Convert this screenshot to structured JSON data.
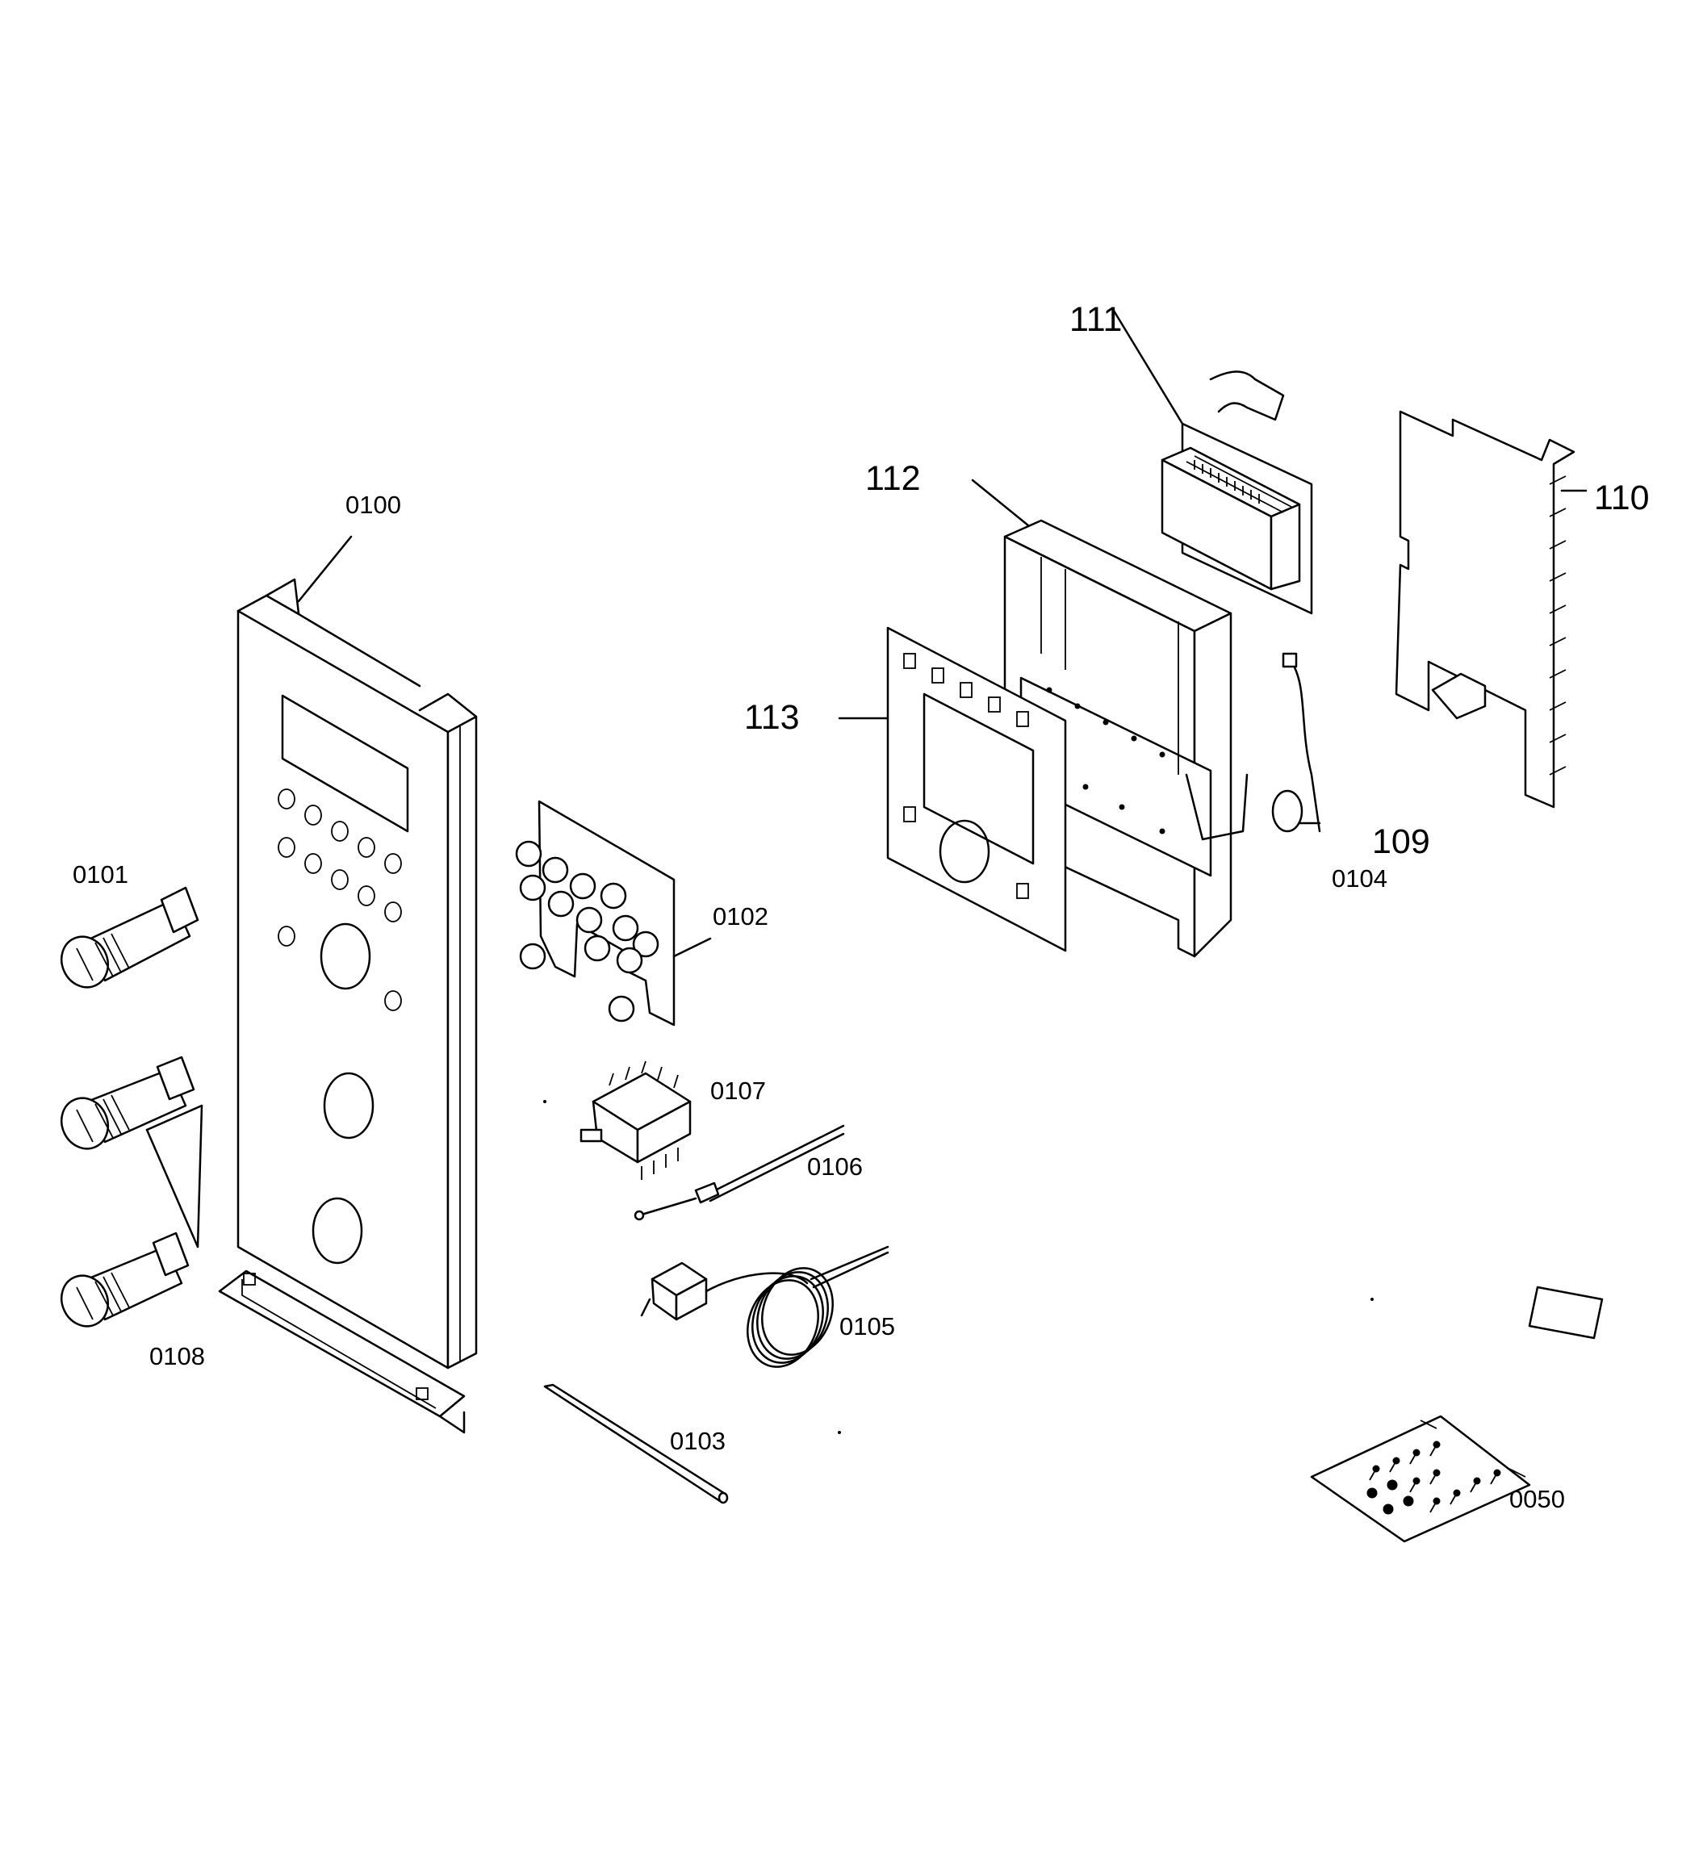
{
  "callouts": {
    "p0100": "0100",
    "p0101": "0101",
    "p0102": "0102",
    "p0103": "0103",
    "p0104": "0104",
    "p0105": "0105",
    "p0106": "0106",
    "p0107": "0107",
    "p0108": "0108",
    "p0050": "0050",
    "p109": "109",
    "p110": "110",
    "p111": "111",
    "p112": "112",
    "p113": "113"
  }
}
